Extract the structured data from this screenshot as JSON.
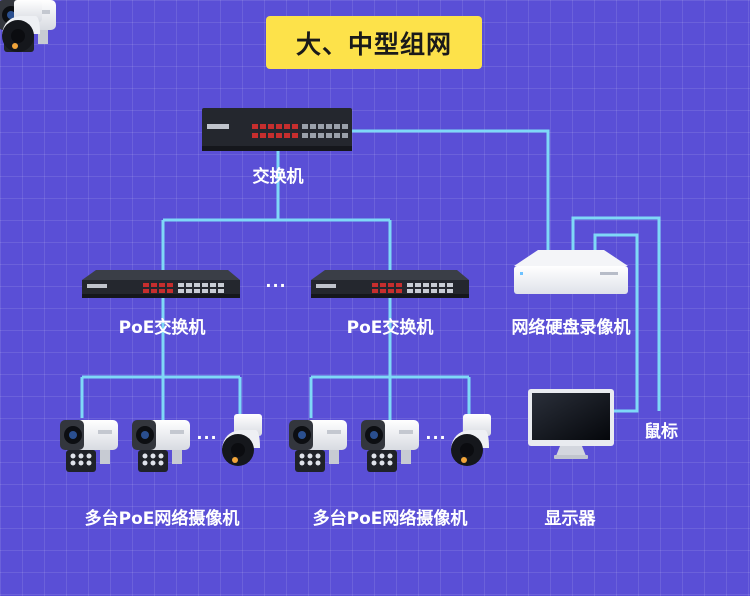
{
  "title": "大、中型组网",
  "nodes": {
    "core_switch": "交换机",
    "poe_switch_left": "PoE交换机",
    "poe_switch_right": "PoE交换机",
    "nvr": "网络硬盘录像机",
    "mouse": "鼠标",
    "cameras_left": "多台PoE网络摄像机",
    "cameras_right": "多台PoE网络摄像机",
    "monitor": "显示器"
  },
  "ellipsis": {
    "switches": "...",
    "cameras_left": "...",
    "cameras_right": "..."
  },
  "colors": {
    "background": "#5a4fd6",
    "title_bg": "#fde24a",
    "link": "#7fd8f7"
  }
}
